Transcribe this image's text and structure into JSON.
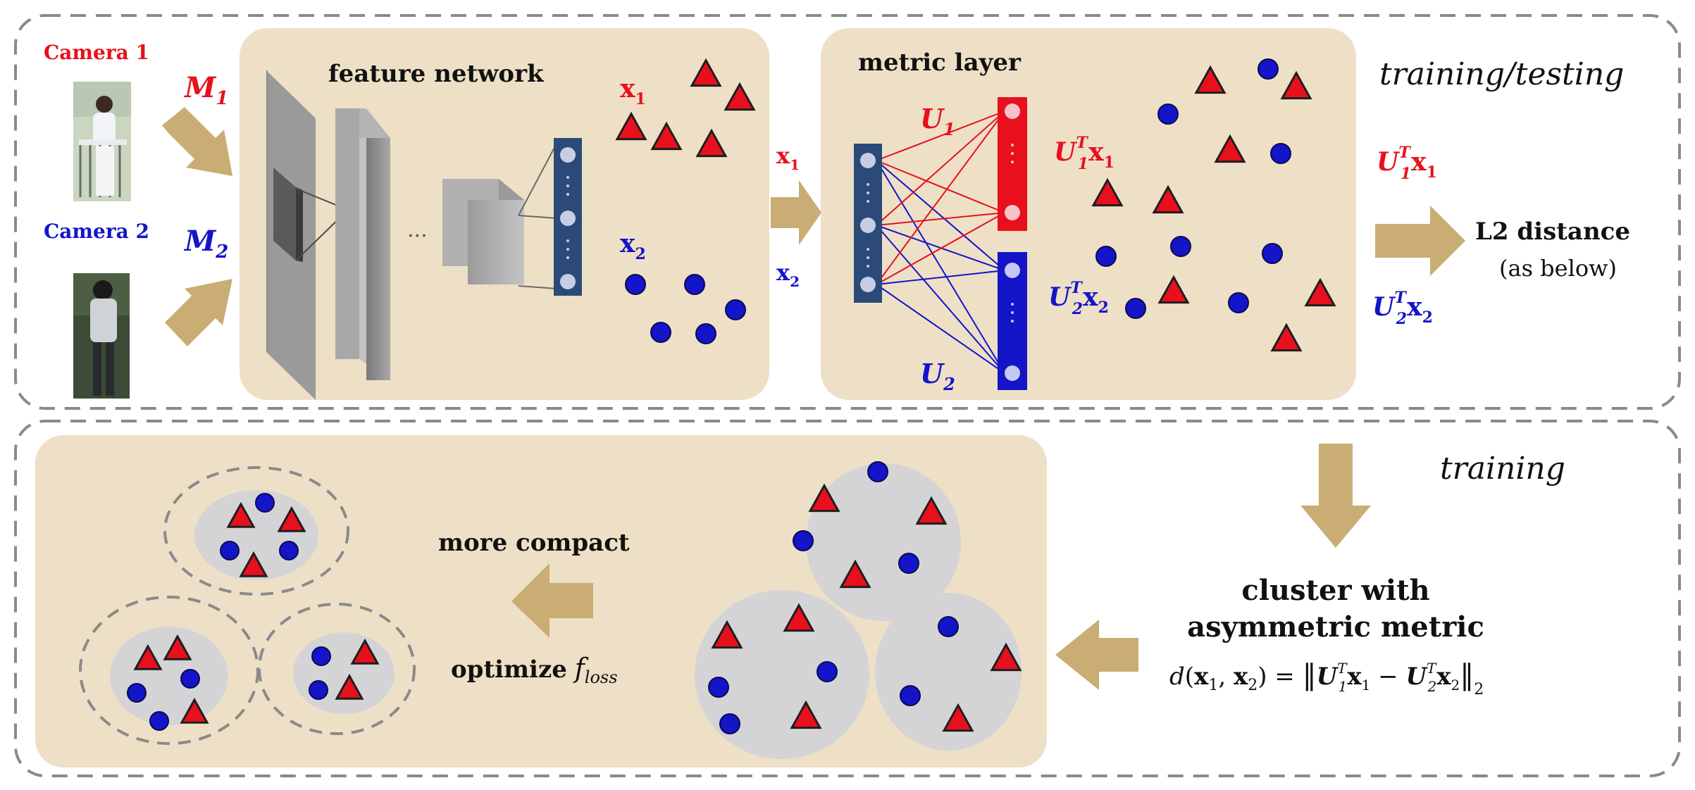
{
  "colors": {
    "panel": "#eee0c6",
    "arrow": "#c9ad74",
    "red": "#e8101c",
    "blue": "#1414c8",
    "dash": "#8a8a8a",
    "cluster": "#d4d4d6",
    "node_col": "#2b4a78",
    "triangle_stroke": "#1e1e1e"
  },
  "cameras": [
    {
      "label": "Camera 1",
      "matrix": "M",
      "sub": "1",
      "color": "red"
    },
    {
      "label": "Camera 2",
      "matrix": "M",
      "sub": "2",
      "color": "blue"
    }
  ],
  "feature_network": {
    "title": "feature network",
    "ellipsis": "...",
    "x1": "x",
    "x1_sub": "1",
    "x2": "x",
    "x2_sub": "2"
  },
  "inputs_to_metric": {
    "x1": "x",
    "x1_sub": "1",
    "x2": "x",
    "x2_sub": "2"
  },
  "metric_layer": {
    "title": "metric layer",
    "u1": "U",
    "u1_sub": "1",
    "u2": "U",
    "u2_sub": "2",
    "proj1_U": "U",
    "proj1_sup": "T",
    "proj1_sub": "1",
    "proj1_x": "x",
    "proj1_xsub": "1",
    "proj2_U": "U",
    "proj2_sup": "T",
    "proj2_sub": "2",
    "proj2_x": "x",
    "proj2_xsub": "2"
  },
  "right_column": {
    "mode": "training/testing",
    "out1_U": "U",
    "out1_sup": "T",
    "out1_sub": "1",
    "out1_x": "x",
    "out1_xsub": "1",
    "out2_U": "U",
    "out2_sup": "T",
    "out2_sub": "2",
    "out2_x": "x",
    "out2_xsub": "2",
    "distance": "L2 distance",
    "distance_note": "(as below)"
  },
  "training": {
    "mode": "training",
    "cluster_line1": "cluster with",
    "cluster_line2": "asymmetric metric",
    "formula_d": "d",
    "formula_args_open": "(",
    "formula_x1": "x",
    "formula_x1_sub": "1",
    "formula_comma": ", ",
    "formula_x2": "x",
    "formula_x2_sub": "2",
    "formula_args_close": ")",
    "formula_eq": " = ",
    "formula_norm_open": "‖",
    "formula_U1": "U",
    "formula_U1_sup": "T",
    "formula_U1_sub": "1",
    "formula_xa": "x",
    "formula_xa_sub": "1",
    "formula_minus": " − ",
    "formula_U2": "U",
    "formula_U2_sup": "T",
    "formula_U2_sub": "2",
    "formula_xb": "x",
    "formula_xb_sub": "2",
    "formula_norm_close": "‖",
    "formula_norm_sub": "2",
    "compact": "more compact",
    "optimize": "optimize",
    "loss_f": "f",
    "loss_sub": "loss"
  }
}
